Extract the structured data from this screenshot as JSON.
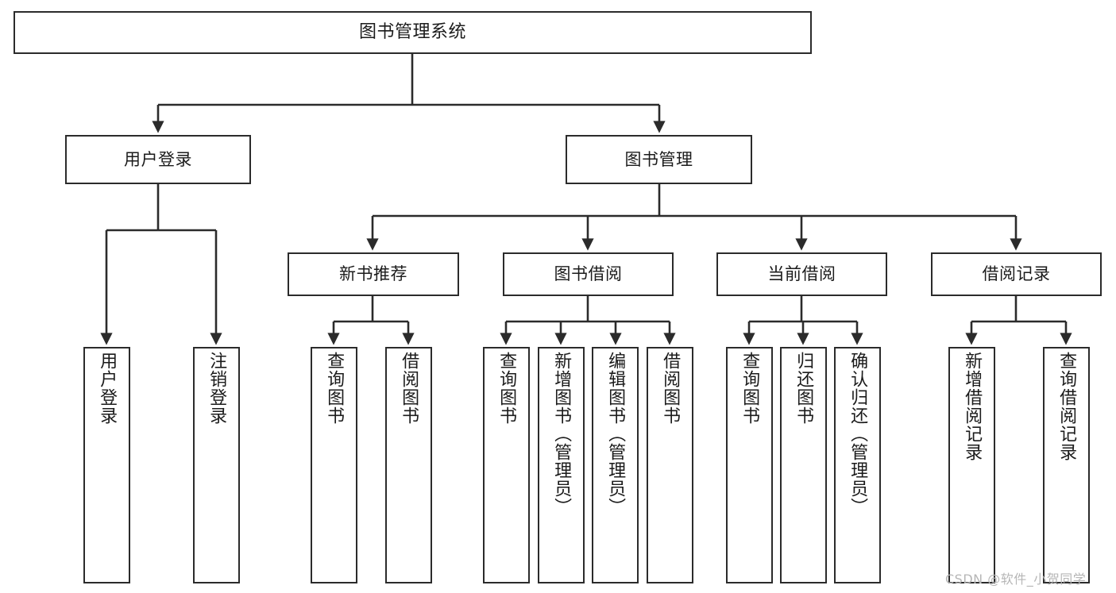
{
  "diagram": {
    "title": "图书管理系统",
    "type": "hierarchy-tree",
    "root": {
      "label": "图书管理系统"
    },
    "level1": [
      {
        "label": "用户登录"
      },
      {
        "label": "图书管理"
      }
    ],
    "level2": [
      {
        "label": "新书推荐"
      },
      {
        "label": "图书借阅"
      },
      {
        "label": "当前借阅"
      },
      {
        "label": "借阅记录"
      }
    ],
    "leaves": {
      "user_login": [
        {
          "label": "用户登录"
        },
        {
          "label": "注销登录"
        }
      ],
      "new_book_recommend": [
        {
          "label": "查询图书"
        },
        {
          "label": "借阅图书"
        }
      ],
      "book_borrow": [
        {
          "label": "查询图书"
        },
        {
          "label": "新增图书（管理员）"
        },
        {
          "label": "编辑图书（管理员）"
        },
        {
          "label": "借阅图书"
        }
      ],
      "current_borrow": [
        {
          "label": "查询图书"
        },
        {
          "label": "归还图书"
        },
        {
          "label": "确认归还（管理员）"
        }
      ],
      "borrow_record": [
        {
          "label": "新增借阅记录"
        },
        {
          "label": "查询借阅记录"
        }
      ]
    },
    "watermark": "CSDN @软件_小贺同学",
    "colors": {
      "border": "#2b2b2b",
      "text": "#1b1b1b",
      "background": "#ffffff",
      "watermark": "#b6b6b6"
    }
  }
}
